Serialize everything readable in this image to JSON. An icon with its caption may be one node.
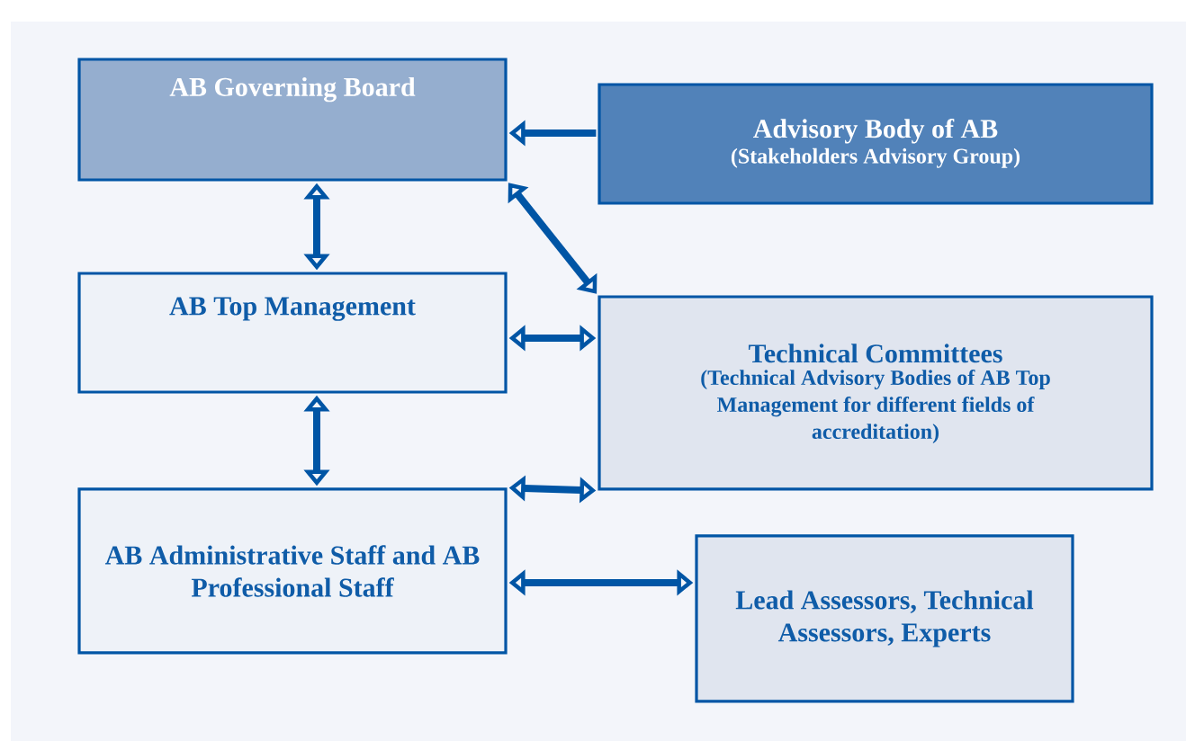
{
  "diagram": {
    "nodes": [
      {
        "text": [
          "AB Governing Board"
        ]
      },
      {
        "text": [
          "Advisory Body of AB",
          "(Stakeholders Advisory Group)"
        ]
      },
      {
        "text": [
          "AB Top Management"
        ]
      },
      {
        "text": [
          "Technical Committees",
          "(Technical Advisory Bodies of AB Top Management for different fields of accreditation)"
        ]
      },
      {
        "text": [
          "AB Administrative Staff and AB Professional Staff"
        ]
      },
      {
        "text": [
          "Lead Assessors, Technical Assessors, Experts"
        ]
      }
    ],
    "edges": [
      {
        "from": 1,
        "to": 0,
        "arrow": "to"
      },
      {
        "from": 0,
        "to": 2,
        "arrow": "both"
      },
      {
        "from": 0,
        "to": 3,
        "arrow": "both"
      },
      {
        "from": 2,
        "to": 3,
        "arrow": "both"
      },
      {
        "from": 2,
        "to": 4,
        "arrow": "both"
      },
      {
        "from": 4,
        "to": 3,
        "arrow": "both"
      },
      {
        "from": 4,
        "to": 5,
        "arrow": "both"
      }
    ]
  }
}
